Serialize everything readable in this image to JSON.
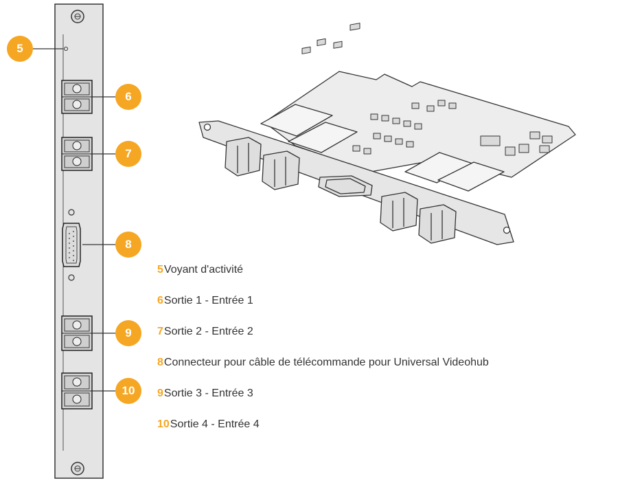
{
  "diagram": {
    "badges": [
      {
        "num": "5"
      },
      {
        "num": "6"
      },
      {
        "num": "7"
      },
      {
        "num": "8"
      },
      {
        "num": "9"
      },
      {
        "num": "10"
      }
    ],
    "legend": [
      {
        "num": "5",
        "text": "Voyant d'activité"
      },
      {
        "num": "6",
        "text": "Sortie 1 - Entrée 1"
      },
      {
        "num": "7",
        "text": "Sortie 2 - Entrée 2"
      },
      {
        "num": "8",
        "text": "Connecteur pour câble de télécommande pour Universal Videohub"
      },
      {
        "num": "9",
        "text": "Sortie 3 - Entrée 3"
      },
      {
        "num": "10",
        "text": "Sortie 4 - Entrée 4"
      }
    ],
    "colors": {
      "accent": "#f5a623",
      "panel": "#e2e2e2",
      "line": "#333333"
    }
  }
}
